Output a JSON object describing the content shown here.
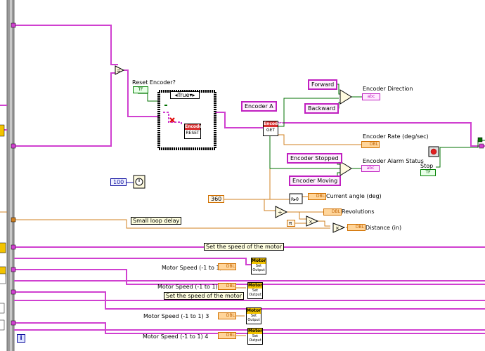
{
  "labels": {
    "reset_encoder": "Reset Encoder?",
    "encoder_direction": "Encoder Direction",
    "encoder_rate": "Encoder Rate (deg/sec)",
    "encoder_alarm": "Encoder Alarm Status",
    "stop": "Stop",
    "current_angle": "Current angle (deg)",
    "revolutions": "Revolutions",
    "distance": "Distance (in)",
    "motor_speed_1": "Motor Speed (-1 to 1)",
    "motor_speed_2": "Motor Speed (-1 to 1) 2",
    "motor_speed_3": "Motor Speed (-1 to 1) 3",
    "motor_speed_4": "Motor Speed (-1 to 1) 4"
  },
  "controls": {
    "forward": "Forward",
    "backward": "Backward",
    "encoder_a": "Encoder A",
    "encoder_stopped": "Encoder Stopped",
    "encoder_moving": "Encoder Moving"
  },
  "constants": {
    "wait_ms": "100",
    "deg_360": "360",
    "pi": "π"
  },
  "comments": {
    "small_loop_delay": "Small loop delay",
    "set_speed_1": "Set the speed of the motor",
    "set_speed_2": "Set the speed of the motor"
  },
  "case": {
    "selector": "True"
  },
  "nodes": {
    "encoder_title": "Encoder",
    "encoder_get": "GET",
    "encoder_reset": "RESET",
    "motor_title": "Motor",
    "motor_set": "Set",
    "motor_output": "Output"
  },
  "terminals": {
    "dbl": "DBL",
    "tf": "TF",
    "abc": "abc"
  },
  "colors": {
    "string_wire": "#d040d0",
    "numeric_wire": "#d08020",
    "boolean_wire": "#007000",
    "loop_border": "#808080"
  }
}
